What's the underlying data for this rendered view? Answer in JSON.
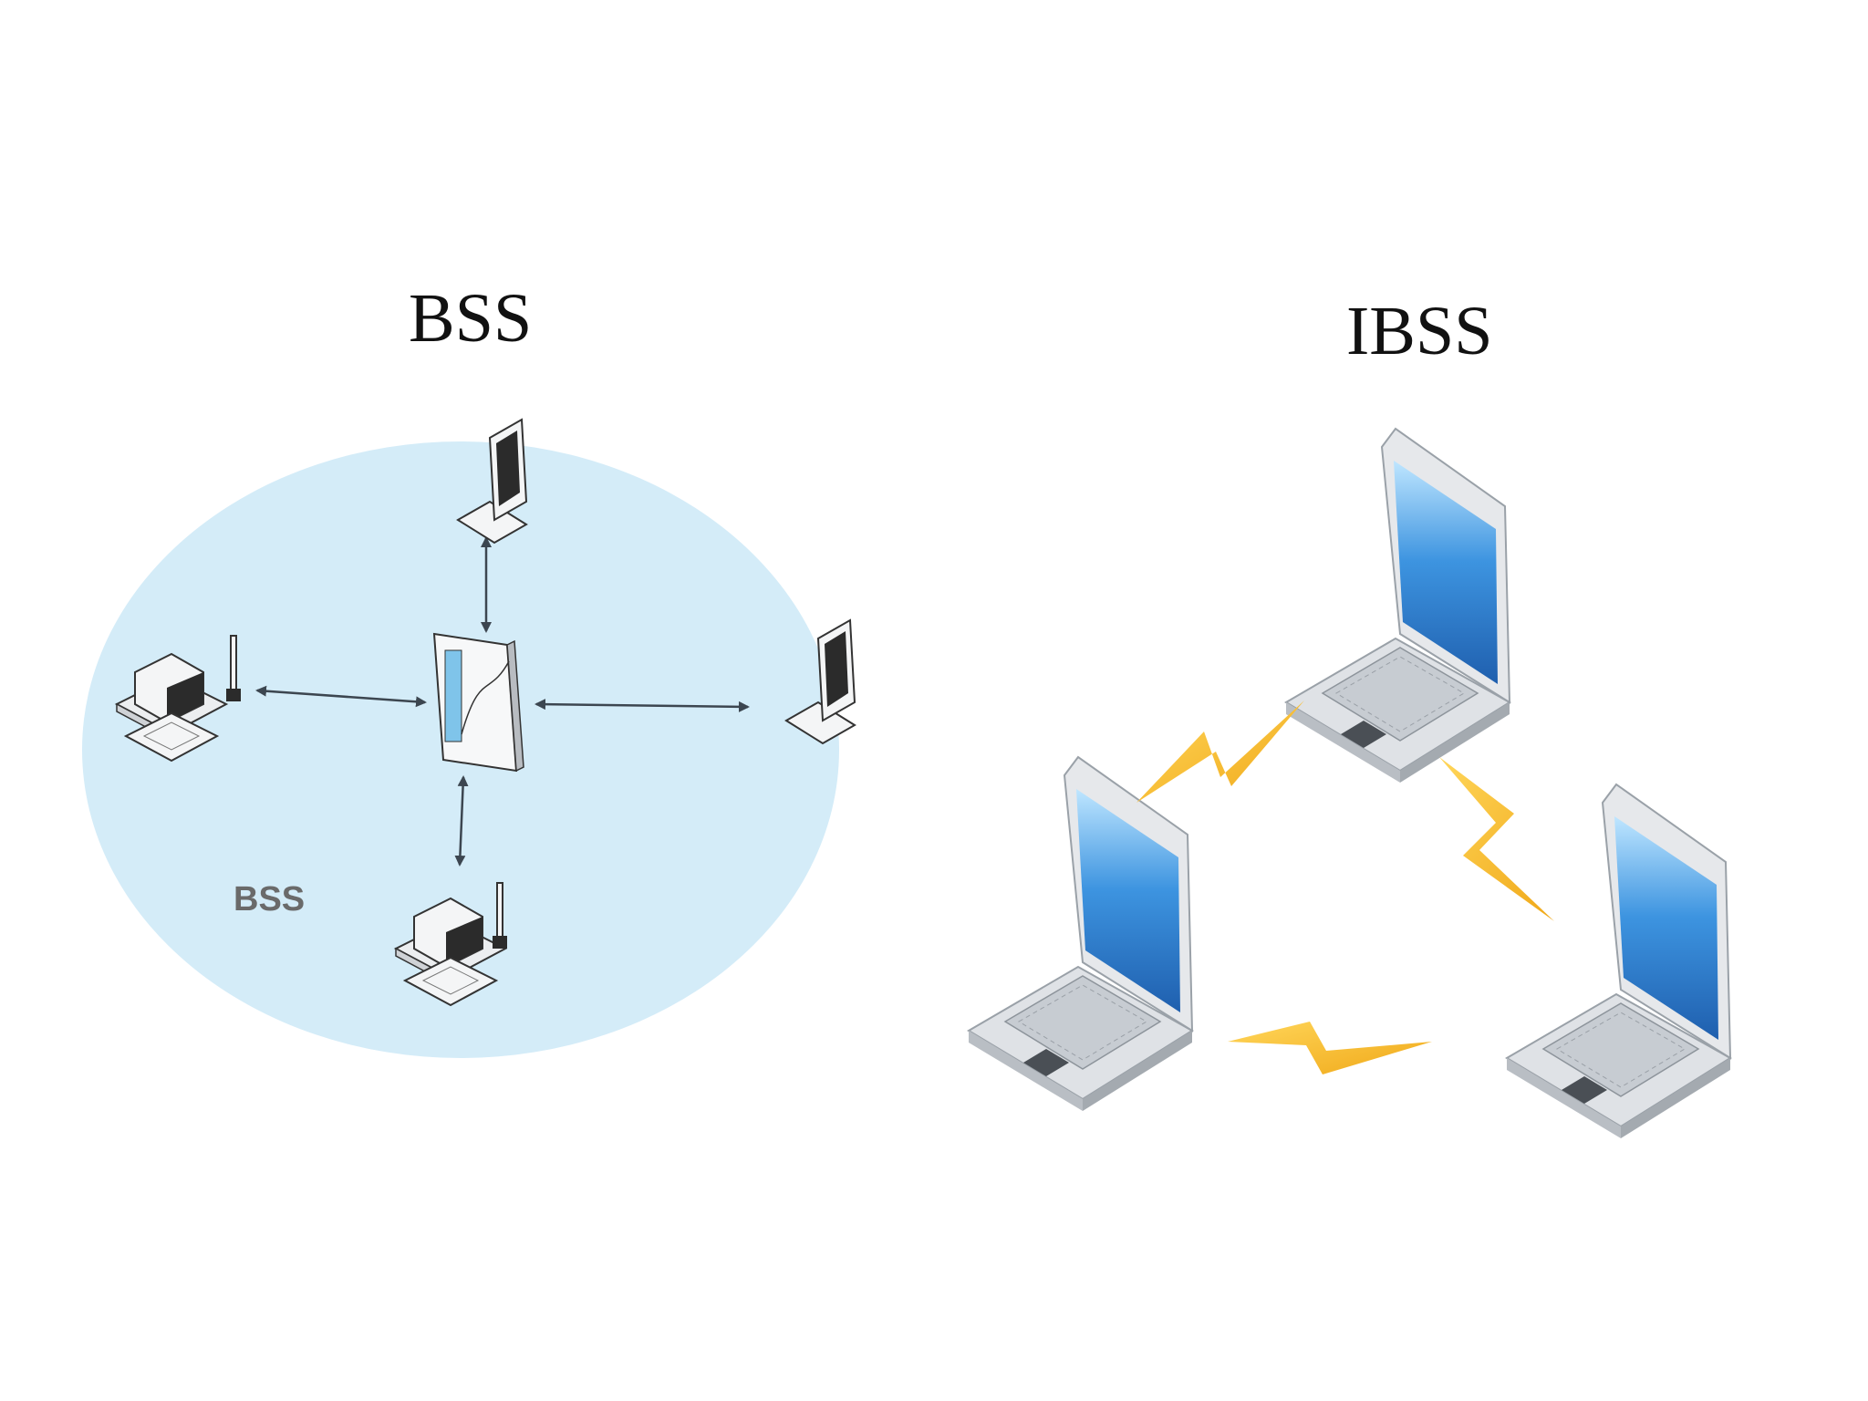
{
  "bss": {
    "title": "BSS",
    "inner_label": "BSS"
  },
  "ibss": {
    "title": "IBSS"
  },
  "colors": {
    "coverage_ellipse": "#d4ecf8",
    "arrow": "#3c4650",
    "lightning": "#f2b824",
    "laptop_screen": "#2f7fd1",
    "device_body": "#e4e6ea"
  },
  "icons": {
    "bss_center": "access-point-icon",
    "bss_stations": [
      "laptop-icon",
      "desktop-pc-icon",
      "laptop-icon",
      "desktop-pc-icon"
    ],
    "ibss_stations": [
      "laptop-icon",
      "laptop-icon",
      "laptop-icon"
    ],
    "ibss_links": "lightning-bolt-icon"
  }
}
